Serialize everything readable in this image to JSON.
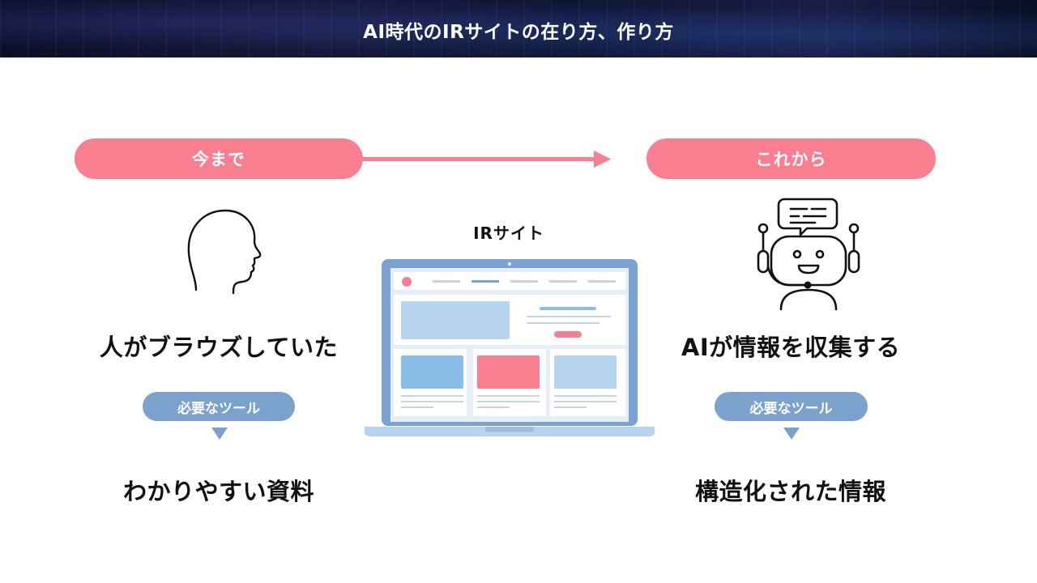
{
  "header": {
    "title": "AI時代のIRサイトの在り方、作り方"
  },
  "left": {
    "pill_label": "今まで",
    "main_text": "人がブラウズしていた",
    "tool_label": "必要なツール",
    "result_text": "わかりやすい資料"
  },
  "center": {
    "site_label": "IRサイト"
  },
  "right": {
    "pill_label": "これから",
    "main_text": "AIが情報を収集する",
    "tool_label": "必要なツール",
    "result_text": "構造化された情報"
  },
  "colors": {
    "accent_pink": "#f97f90",
    "accent_blue": "#7ba1cd",
    "laptop_frame": "#7aa2d2",
    "header_dark": "#0c0f2a"
  },
  "icons": [
    "human-head-icon",
    "robot-chat-icon",
    "laptop-icon",
    "arrow-right-icon",
    "triangle-down-icon"
  ]
}
